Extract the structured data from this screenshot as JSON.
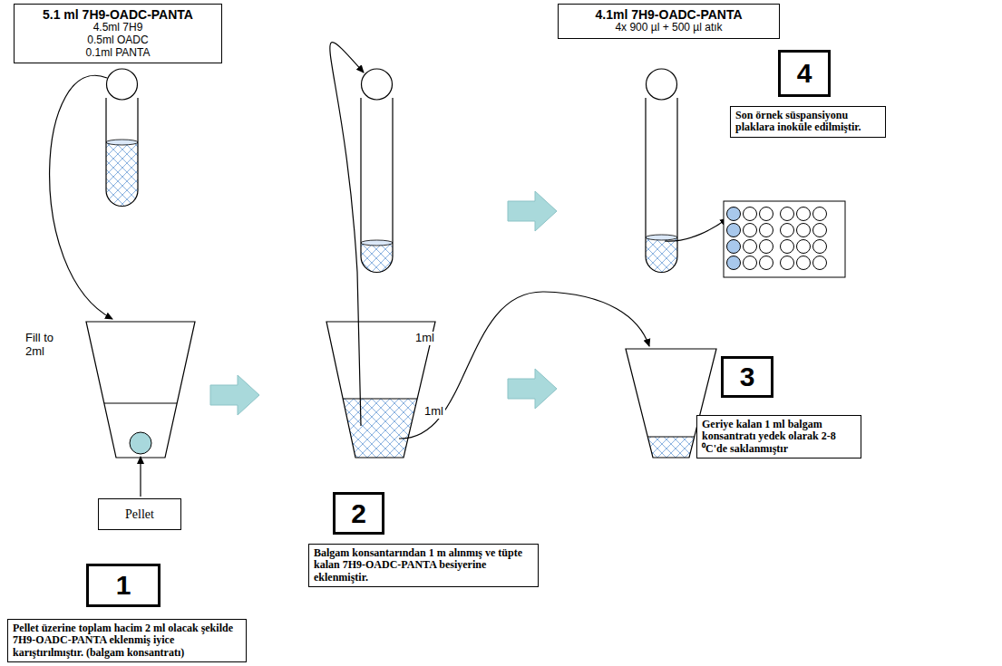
{
  "diagram": {
    "nodes": [
      {
        "text": [
          "5.1 ml 7H9-OADC-PANTA",
          "4.5ml 7H9",
          "0.5ml OADC",
          "0.1ml PANTA"
        ]
      },
      {
        "text": [
          "Pellet"
        ]
      },
      {
        "text": [
          "1"
        ]
      },
      {
        "text": [
          "Pellet üzerine   toplam hacim 2 ml olacak şekilde 7H9-OADC-PANTA eklenmiş iyice karıştırılmıştır. (balgam konsantratı)"
        ]
      },
      {
        "text": [
          "2"
        ]
      },
      {
        "text": [
          "Balgam konsantarından 1 m alınmış ve tüpte kalan 7H9-OADC-PANTA besiyerine eklenmiştir."
        ]
      },
      {
        "text": [
          "4.1ml 7H9-OADC-PANTA",
          "4x 900 µl + 500 µl  atık"
        ]
      },
      {
        "text": [
          "3"
        ]
      },
      {
        "text": [
          "Geriye kalan 1 ml balgam konsantratı yedek olarak 2-8 ⁰C'de saklanmıştır"
        ]
      },
      {
        "text": [
          "4"
        ]
      },
      {
        "text": [
          "Son örnek süspansiyonu plaklara inoküle edilmiştir."
        ]
      }
    ],
    "labels": [
      "Fill to 2ml",
      "1ml",
      "1ml"
    ]
  }
}
